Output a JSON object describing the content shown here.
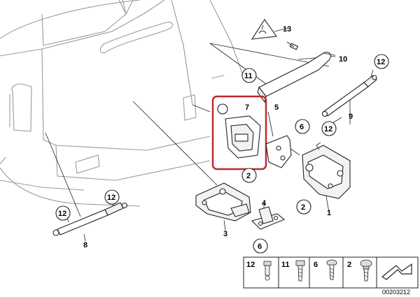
{
  "callouts": {
    "p2": "2",
    "p3": "3",
    "p4": "4",
    "p5": "5",
    "p6": "6",
    "p7": "7",
    "p8": "8",
    "p9": "9",
    "p10": "10",
    "p11": "11",
    "p12": "12",
    "p13": "13",
    "p1": "1"
  },
  "legend": {
    "items": [
      {
        "num": "12",
        "icon": "rivet-nut-icon"
      },
      {
        "num": "11",
        "icon": "screw-icon"
      },
      {
        "num": "6",
        "icon": "torx-screw-icon"
      },
      {
        "num": "2",
        "icon": "bolt-icon"
      }
    ]
  },
  "diagram_ref": "00203212",
  "highlight_color": "#c0282d"
}
